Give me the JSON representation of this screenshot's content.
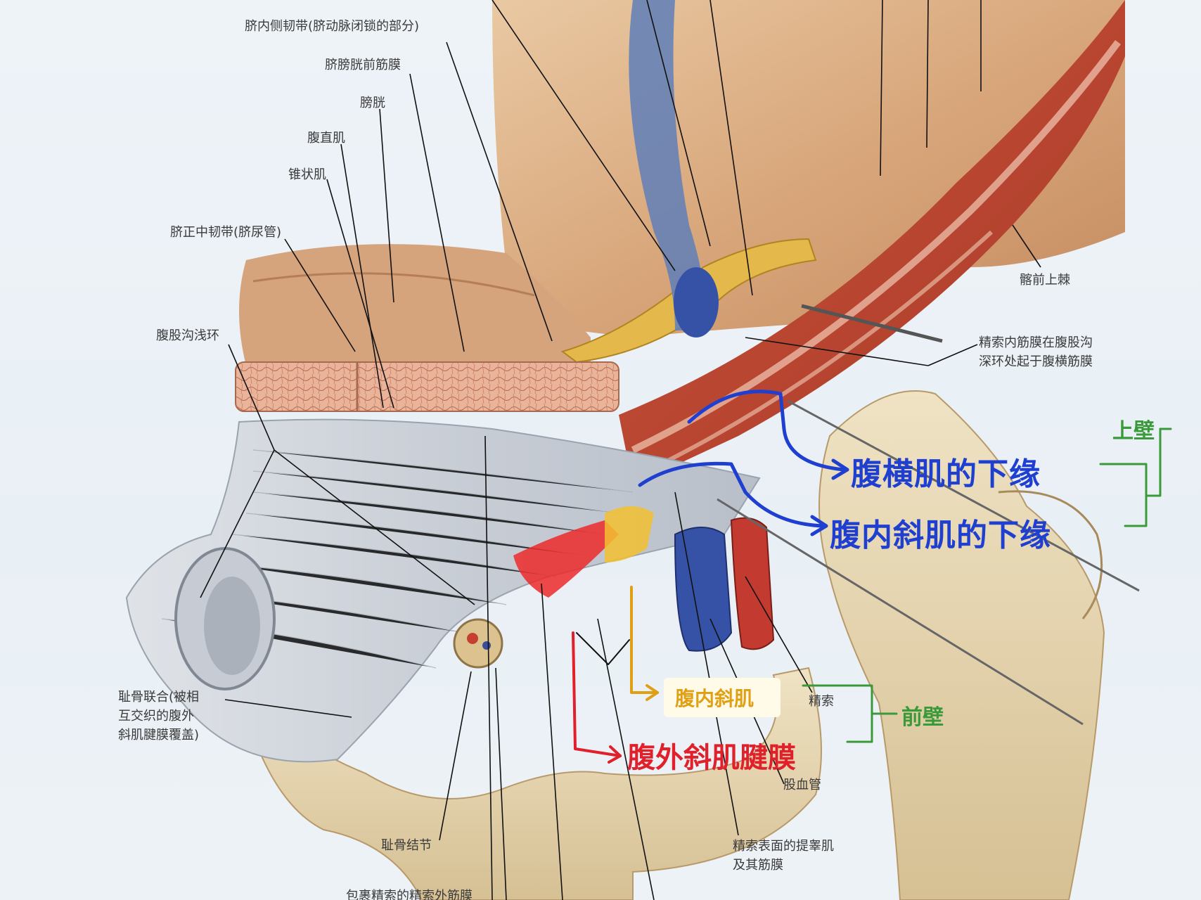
{
  "labels": {
    "medial_umbilical_lig": "脐内侧韧带(脐动脉闭锁的部分)",
    "umbilicovesical_fascia": "脐膀胱前筋膜",
    "bladder": "膀胱",
    "rectus_abdominis": "腹直肌",
    "pyramidalis": "锥状肌",
    "median_umbilical_lig": "脐正中韧带(脐尿管)",
    "superficial_ring": "腹股沟浅环",
    "asis": "髂前上棘",
    "internal_spermatic_fascia": "精索内筋膜在腹股沟\n深环处起于腹横筋膜",
    "pubic_symphysis": "耻骨联合(被相\n互交织的腹外\n斜肌腱膜覆盖)",
    "pubic_tubercle": "耻骨结节",
    "spermatic_cord": "精索",
    "femoral_vessels": "股血管",
    "cremaster": "精索表面的提睾肌\n及其筋膜",
    "external_spermatic_fascia": "包裹精索的精索外筋膜"
  },
  "annotations": {
    "transversus_lower_edge": "腹横肌的下缘",
    "internal_oblique_lower_edge": "腹内斜肌的下缘",
    "superior_wall": "上壁",
    "internal_oblique": "腹内斜肌",
    "external_oblique_aponeurosis": "腹外斜肌腱膜",
    "anterior_wall": "前壁"
  },
  "colors": {
    "blue_note": "#1f3fd0",
    "green_note": "#3a9a3a",
    "red_note": "#e0202a",
    "orange_note": "#e0a016"
  }
}
